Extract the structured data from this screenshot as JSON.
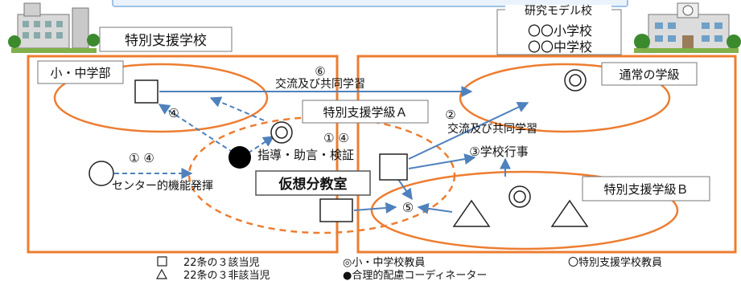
{
  "special_school": {
    "title": "特別支援学校",
    "department": "小・中学部"
  },
  "research_school": {
    "heading": "研究モデル校",
    "school1": "〇〇小学校",
    "school2": "〇〇中学校",
    "regular_class": "通常の学級",
    "special_class_a": "特別支援学級Ａ",
    "special_class_b": "特別支援学級Ｂ"
  },
  "virtual_classroom": "仮想分教室",
  "labels": {
    "exchange_top_num": "⑥",
    "exchange_top": "交流及び共同学習",
    "four_left": "④",
    "two": "②",
    "exchange_right": "交流及び共同学習",
    "three_events": "③学校行事",
    "one_four_center": "① ④",
    "guidance": "指導・助言・検証",
    "one_four_left": "① ④",
    "center_function": "センター的機能発揮",
    "five": "⑤"
  },
  "legend": {
    "square": "22条の３該当児",
    "triangle": "22条の３非該当児",
    "double_circle": "◎小・中学校教員",
    "filled_circle": "●合理的配慮コーディネーター",
    "open_circle": "〇特別支援学校教員"
  },
  "colors": {
    "orange": "#ED7D31",
    "arrow_blue": "#4F81BD",
    "banner_fill": "#EAF3FB",
    "banner_border": "#9DC3E6"
  }
}
